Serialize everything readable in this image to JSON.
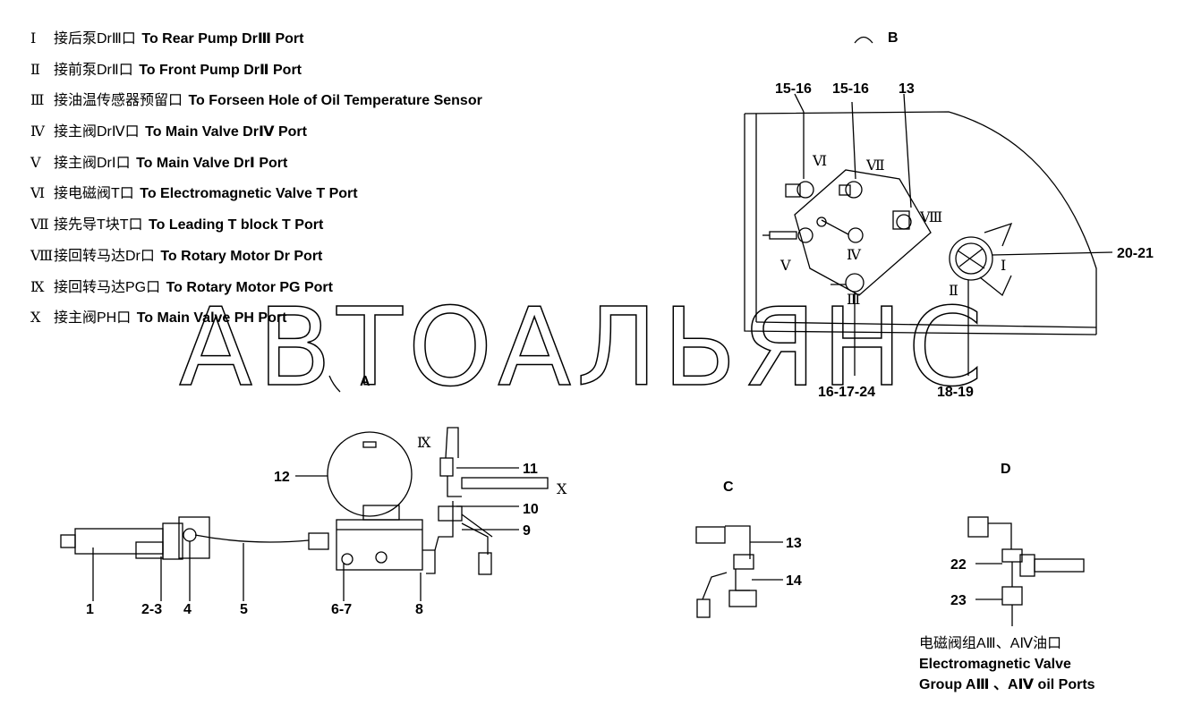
{
  "legend": [
    {
      "numeral": "Ⅰ",
      "cn": "接后泵DrⅢ口",
      "en": "To Rear Pump DrⅢ Port"
    },
    {
      "numeral": "Ⅱ",
      "cn": "接前泵DrⅡ口",
      "en": "To Front Pump DrⅡ Port"
    },
    {
      "numeral": "Ⅲ",
      "cn": "接油温传感器预留口",
      "en": "To Forseen Hole of Oil Temperature Sensor"
    },
    {
      "numeral": "Ⅳ",
      "cn": "接主阀DrⅣ口",
      "en": "To Main Valve DrⅣ Port"
    },
    {
      "numeral": "Ⅴ",
      "cn": "接主阀DrⅠ口",
      "en": "To Main Valve DrⅠ Port"
    },
    {
      "numeral": "Ⅵ",
      "cn": "接电磁阀T口",
      "en": "To Electromagnetic Valve T Port"
    },
    {
      "numeral": "Ⅶ",
      "cn": "接先导T块T口",
      "en": "To Leading T block T Port"
    },
    {
      "numeral": "Ⅷ",
      "cn": "接回转马达Dr口",
      "en": "To Rotary Motor Dr Port"
    },
    {
      "numeral": "Ⅸ",
      "cn": "接回转马达PG口",
      "en": "To Rotary Motor PG Port"
    },
    {
      "numeral": "Ⅹ",
      "cn": "接主阀PH口",
      "en": "To Main Valve PH Port"
    }
  ],
  "views": {
    "a": "A",
    "b": "B",
    "c": "C",
    "d": "D"
  },
  "callouts": {
    "c1": "1",
    "c23": "2-3",
    "c4": "4",
    "c5": "5",
    "c67": "6-7",
    "c8": "8",
    "c9": "9",
    "c10": "10",
    "c11": "11",
    "c12": "12",
    "c13b": "13",
    "c14": "14",
    "c22": "22",
    "c23d": "23",
    "c1516a": "15-16",
    "c1516b": "15-16",
    "c13": "13",
    "c2021": "20-21",
    "c161724": "16-17-24",
    "c1819": "18-19"
  },
  "ports": {
    "p1": "Ⅰ",
    "p2": "Ⅱ",
    "p3": "Ⅲ",
    "p4": "Ⅳ",
    "p5": "Ⅴ",
    "p6": "Ⅵ",
    "p7": "Ⅶ",
    "p8": "Ⅷ",
    "p9": "Ⅸ",
    "p10": "Ⅹ"
  },
  "note": {
    "cn": "电磁阀组AⅢ、AⅣ油口",
    "en1": "Electromagnetic Valve",
    "en2": "Group AⅢ 、AⅣ oil Ports"
  },
  "watermark": "АВТОАЛЬЯНС"
}
